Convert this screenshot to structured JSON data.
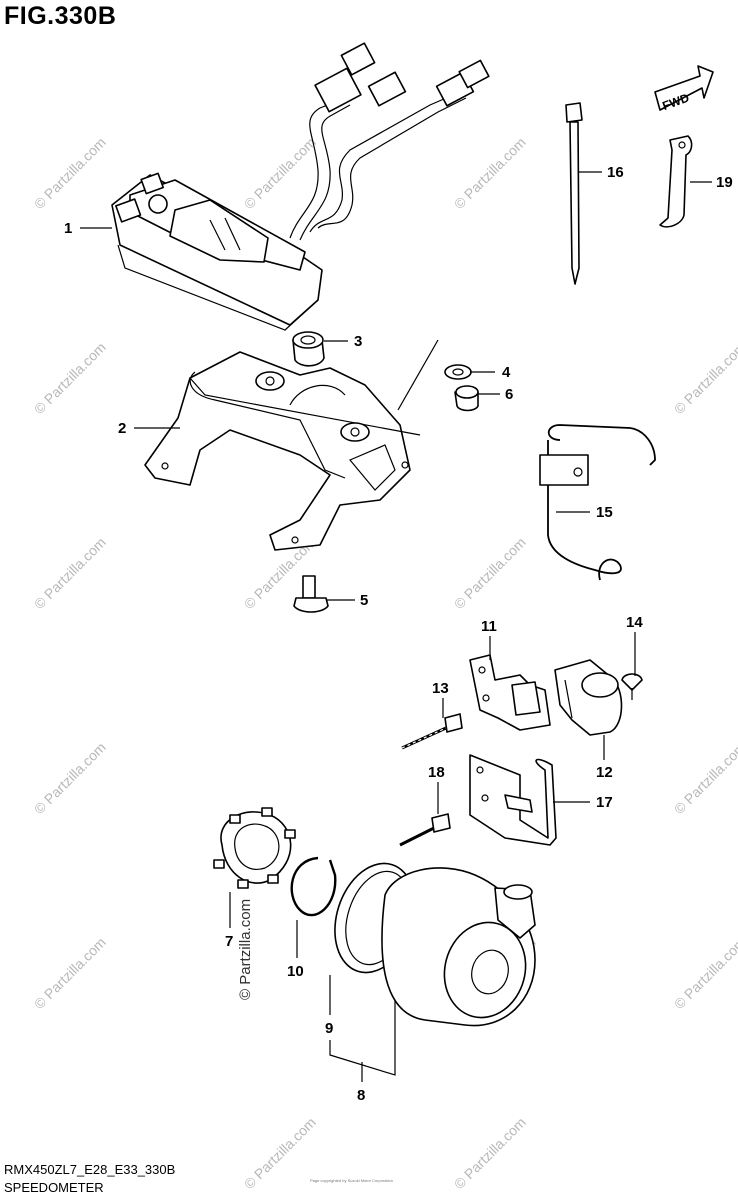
{
  "figure": {
    "title": "FIG.330B",
    "code": "RMX450ZL7_E28_E33_330B",
    "caption": "SPEEDOMETER",
    "fwd_label": "FWD",
    "watermark": "© Partzilla.com",
    "small_print": "Page copyrighted by Suzuki Motor Corporation"
  },
  "callouts": [
    {
      "id": "1",
      "label": "1"
    },
    {
      "id": "2",
      "label": "2"
    },
    {
      "id": "3",
      "label": "3"
    },
    {
      "id": "4",
      "label": "4"
    },
    {
      "id": "5",
      "label": "5"
    },
    {
      "id": "6",
      "label": "6"
    },
    {
      "id": "7",
      "label": "7"
    },
    {
      "id": "8",
      "label": "8"
    },
    {
      "id": "9",
      "label": "9"
    },
    {
      "id": "10",
      "label": "10"
    },
    {
      "id": "11",
      "label": "11"
    },
    {
      "id": "12",
      "label": "12"
    },
    {
      "id": "13",
      "label": "13"
    },
    {
      "id": "14",
      "label": "14"
    },
    {
      "id": "15",
      "label": "15"
    },
    {
      "id": "16",
      "label": "16"
    },
    {
      "id": "17",
      "label": "17"
    },
    {
      "id": "18",
      "label": "18"
    },
    {
      "id": "19",
      "label": "19"
    }
  ]
}
